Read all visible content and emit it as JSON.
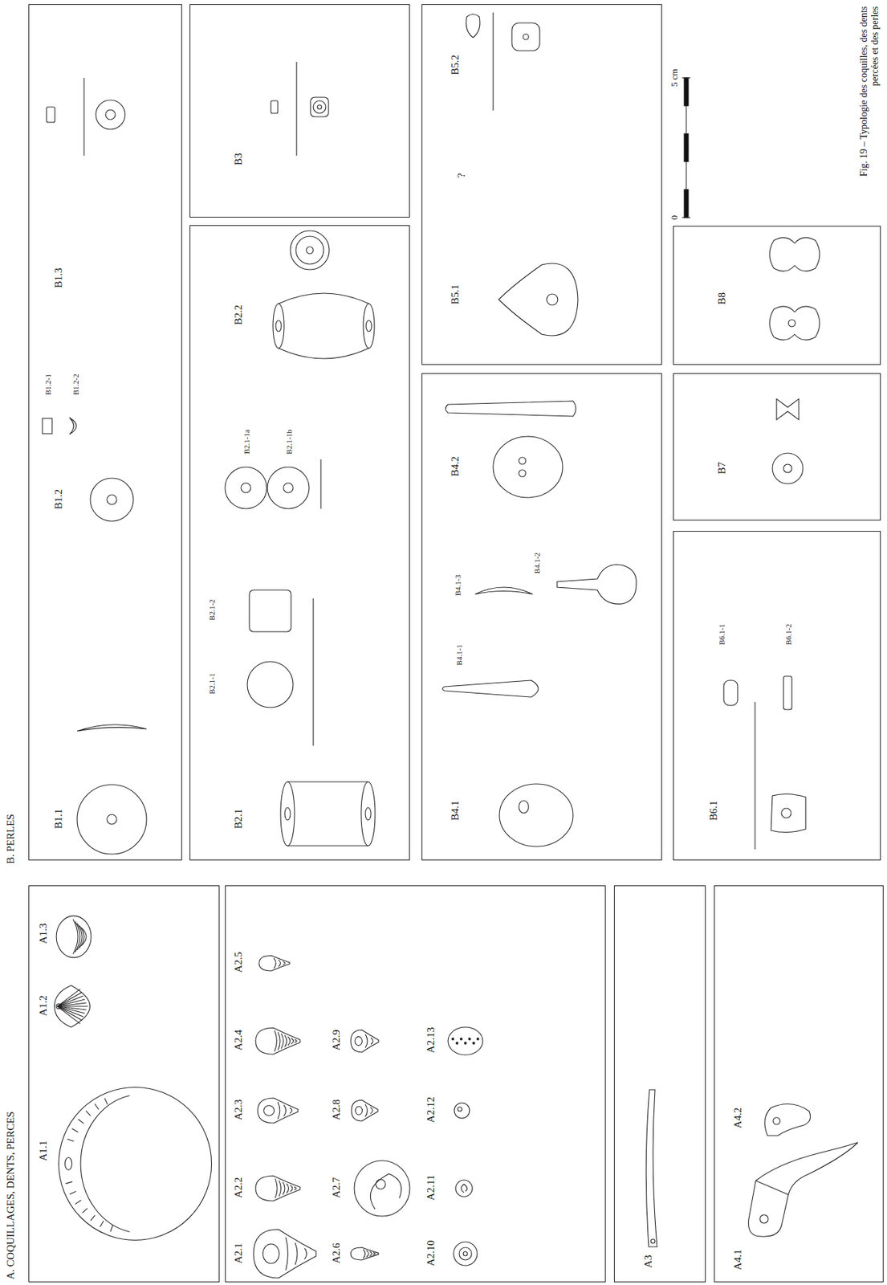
{
  "diagram": {
    "caption": "Fig. 19 – Typologie des coquilles, des dents percées et des perles",
    "nodes": [
      {
        "text": [
          "A1.1",
          "A1.2",
          "A1.3"
        ]
      },
      {
        "text": [
          "A2.1",
          "A2.2",
          "A2.3",
          "A2.4",
          "A2.5",
          "A2.6",
          "A2.7",
          "A2.8",
          "A2.9",
          "A2.10",
          "A2.11",
          "A2.12",
          "A2.13"
        ]
      },
      {
        "text": [
          "A3"
        ]
      },
      {
        "text": [
          "A4.1",
          "A4.2"
        ]
      },
      {
        "text": [
          "B1.1",
          "B1.2",
          "B1.2-1",
          "B1.2-2",
          "B1.3"
        ]
      },
      {
        "text": [
          "B2.1",
          "B2.1-1",
          "B2.1-2",
          "B2.1-1a",
          "B2.1-1b",
          "B2.2"
        ]
      },
      {
        "text": [
          "B3"
        ]
      },
      {
        "text": [
          "B4.1",
          "B4.1-1",
          "B4.1-3",
          "B4.1-2",
          "B4.2"
        ]
      },
      {
        "text": [
          "B5.1",
          "?",
          "B5.2"
        ]
      },
      {
        "text": [
          "B6.1",
          "B6.1-1",
          "B6.1-2"
        ]
      },
      {
        "text": [
          "B7"
        ]
      },
      {
        "text": [
          "B8"
        ]
      }
    ],
    "labels": [
      "A. COQUILLAGES, DENTS, PERCES",
      "B. PERLES",
      "0",
      "5 cm"
    ]
  }
}
